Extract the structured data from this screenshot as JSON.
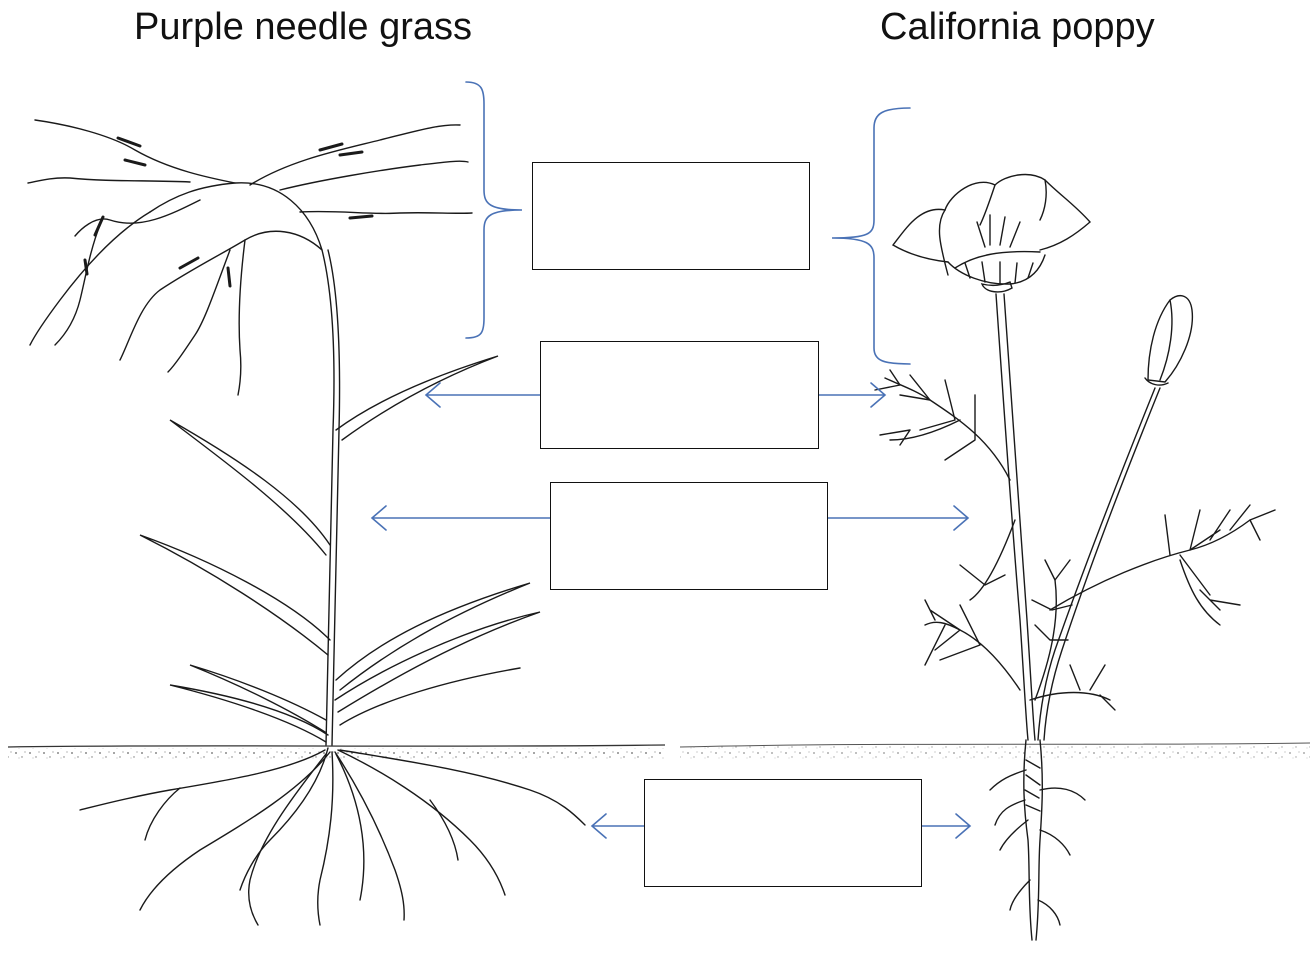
{
  "titles": {
    "left": "Purple needle grass",
    "right": "California poppy"
  },
  "label_boxes": [
    {
      "id": "flower-part",
      "text": ""
    },
    {
      "id": "leaf-part",
      "text": ""
    },
    {
      "id": "stem-part",
      "text": ""
    },
    {
      "id": "root-part",
      "text": ""
    }
  ],
  "colors": {
    "ink": "#111111",
    "pointer": "#4a72b6",
    "soil": "#555555"
  }
}
